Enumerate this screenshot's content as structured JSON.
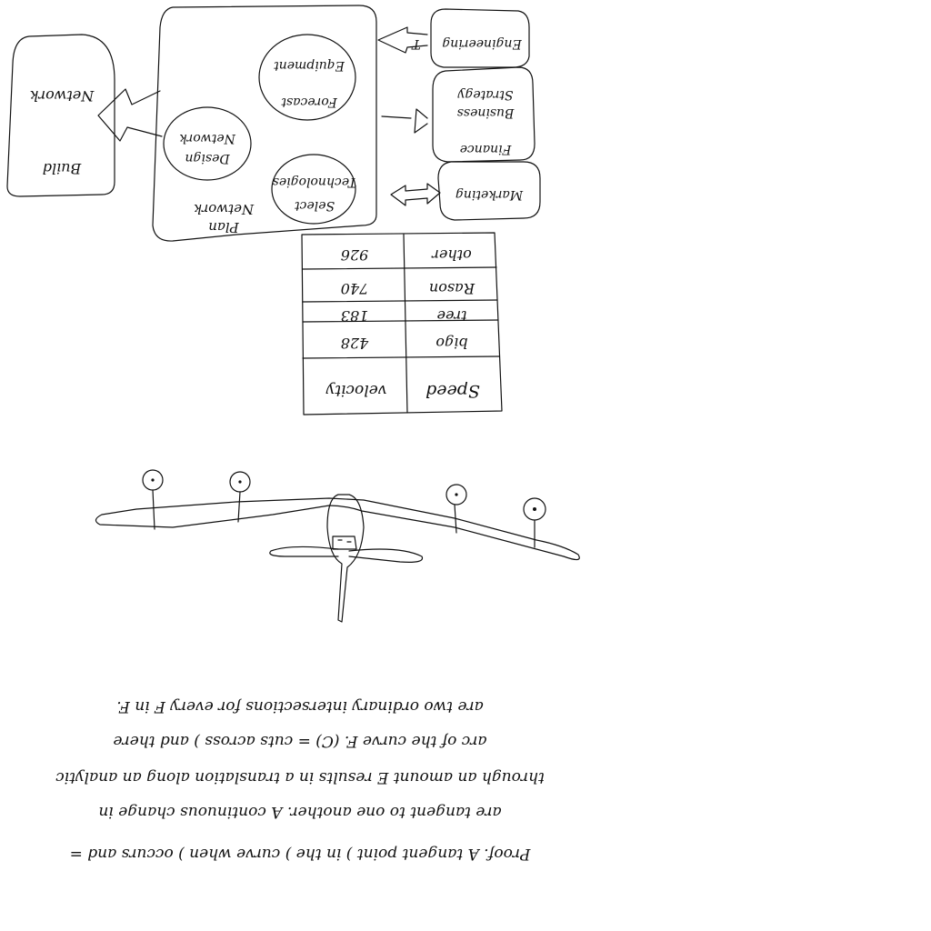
{
  "diagram": {
    "left_box": [
      "Network",
      "Build"
    ],
    "center_box": {
      "title": [
        "Plan",
        "Network"
      ],
      "circles": [
        [
          "Forecast",
          "Equipment"
        ],
        [
          "Design",
          "Network"
        ],
        [
          "Select",
          "Technologies"
        ]
      ]
    },
    "right_boxes": [
      [
        "Engineering"
      ],
      [
        "Finance",
        "Business",
        "Strategy"
      ],
      [
        "Marketing"
      ]
    ],
    "arrow_labels": [
      "T"
    ],
    "table": {
      "rows": [
        [
          "Speed",
          "velocity"
        ],
        [
          "bigo",
          "428"
        ],
        [
          "tree",
          "183"
        ],
        [
          "Rason",
          "740"
        ],
        [
          "other",
          "926"
        ]
      ]
    },
    "note_lines": [
      "Proof. A tangent point ) in the ) curve when ) occurs and =",
      "are tangent to one another. A continuous change in",
      "through an amount E results in a translation along an analytic",
      "arc of the curve F. (C) = cuts across ) and there",
      "are two ordinary intersections for every F in F."
    ]
  }
}
